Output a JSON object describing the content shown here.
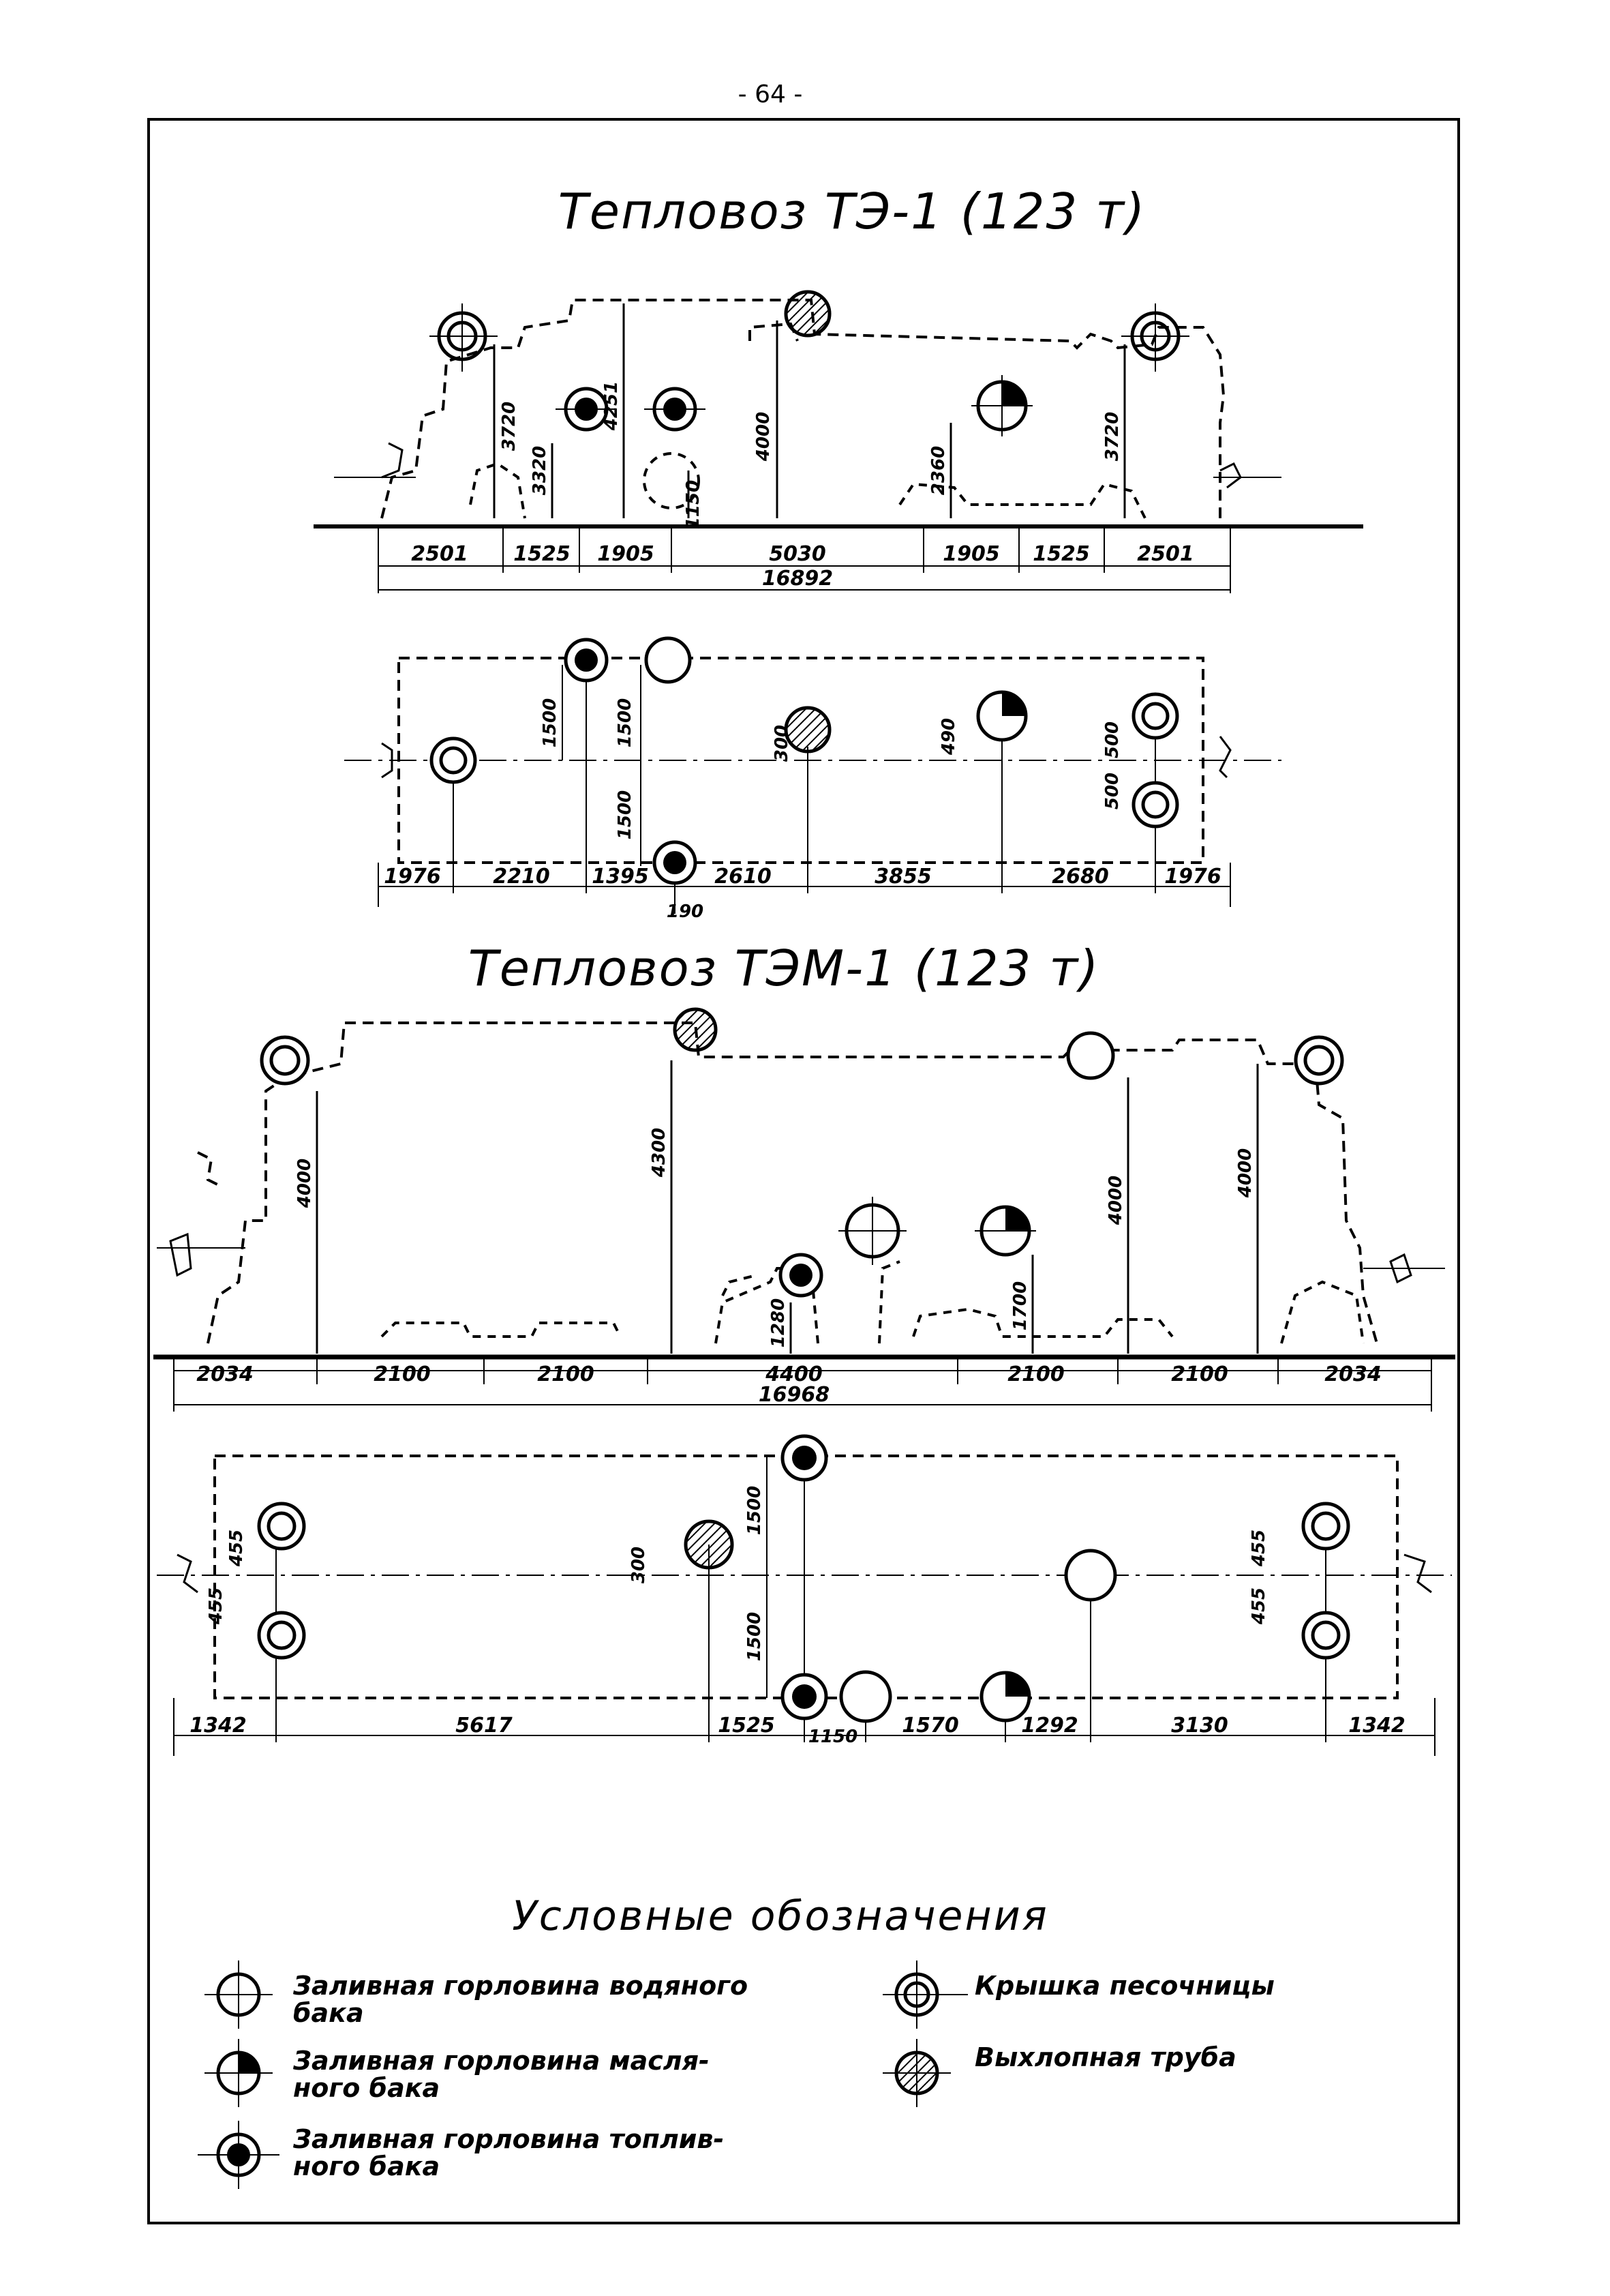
{
  "page_number": "- 64 -",
  "colors": {
    "ink": "#000000",
    "paper": "#ffffff"
  },
  "diagrams": [
    {
      "title": "Тепловоз ТЭ-1 (123 т)",
      "side_view": {
        "heights": [
          "3720",
          "3320",
          "4251",
          "1150",
          "4000",
          "2360",
          "3720"
        ],
        "spans": [
          "2501",
          "1525",
          "1905",
          "5030",
          "1905",
          "1525",
          "2501"
        ],
        "overall": "16892"
      },
      "plan_view": {
        "offsets": [
          "1500",
          "1500",
          "1500",
          "300",
          "490",
          "500",
          "500"
        ],
        "spans": [
          "1976",
          "2210",
          "1395",
          "2610",
          "3855",
          "2680",
          "1976"
        ],
        "note": "190"
      }
    },
    {
      "title": "Тепловоз ТЭМ-1 (123 т)",
      "side_view": {
        "heights": [
          "4000",
          "4300",
          "1280",
          "1700",
          "4000",
          "4000"
        ],
        "spans": [
          "2034",
          "2100",
          "2100",
          "4400",
          "2100",
          "2100",
          "2034"
        ],
        "overall": "16968"
      },
      "plan_view": {
        "offsets": [
          "455",
          "455",
          "300",
          "1500",
          "1500",
          "455",
          "455"
        ],
        "spans": [
          "1342",
          "5617",
          "1525",
          "1150",
          "1570",
          "1292",
          "3130",
          "1342"
        ]
      }
    }
  ],
  "legend": {
    "title": "Условные обозначения",
    "items": [
      {
        "icon": "water-tank-icon",
        "line1": "Заливная горловина водяного",
        "line2": "бака"
      },
      {
        "icon": "oil-tank-icon",
        "line1": "Заливная горловина масля-",
        "line2": "ного бака"
      },
      {
        "icon": "fuel-tank-icon",
        "line1": "Заливная горловина топлив-",
        "line2": "ного бака"
      },
      {
        "icon": "sandbox-lid-icon",
        "line1": "Крышка песочницы",
        "line2": ""
      },
      {
        "icon": "exhaust-pipe-icon",
        "line1": "Выхлопная труба",
        "line2": ""
      }
    ]
  }
}
